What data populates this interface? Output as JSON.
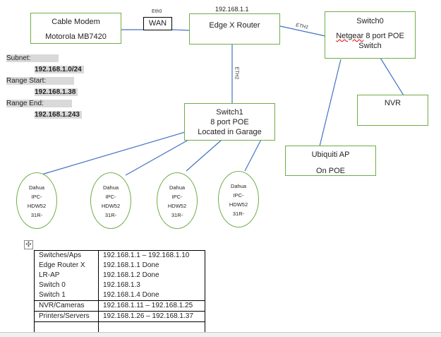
{
  "diagram": {
    "router_ip": "192.168.1.1",
    "nodes": {
      "modem": {
        "line1": "Cable Modem",
        "line2": "Motorola MB7420"
      },
      "router": {
        "line1": "Edge X Router"
      },
      "switch0": {
        "line1": "Switch0",
        "line2_a": "Netgear",
        "line2_b": " 8 port POE",
        "line3": "Switch"
      },
      "nvr": {
        "line1": "NVR"
      },
      "ap": {
        "line1": "Ubiquiti AP",
        "line2": "On POE"
      },
      "switch1": {
        "line1": "Switch1",
        "line2": "8 port POE",
        "line3": "Located in Garage"
      }
    },
    "wan_box": "WAN",
    "links": {
      "eth0": "Eth0",
      "eth1": "ETH1",
      "eth2": "ETH2"
    },
    "cameras": [
      {
        "l1": "Dahua",
        "l2": "IPC-",
        "l3": "HDW52",
        "l4": "31R-"
      },
      {
        "l1": "Dahua",
        "l2": "IPC-",
        "l3": "HDW52",
        "l4": "31R-"
      },
      {
        "l1": "Dahua",
        "l2": "IPC-",
        "l3": "HDW52",
        "l4": "31R-"
      },
      {
        "l1": "Dahua",
        "l2": "IPC-",
        "l3": "HDW52",
        "l4": "31R-"
      }
    ]
  },
  "subnet_info": {
    "subnet_label": "Subnet:",
    "subnet_value": "192.168.1.0/24",
    "range_start_label": "Range Start:",
    "range_start_value": "192.168.1.38",
    "range_end_label": "Range End:",
    "range_end_value": "192.168.1.243"
  },
  "ip_table": {
    "move_handle": "✣",
    "rows": [
      [
        "Switches/Aps",
        "192.168.1.1 – 192.168.1.10"
      ],
      [
        "Edge Router X",
        "192.168.1.1 Done"
      ],
      [
        "LR-AP",
        "192.168.1.2 Done"
      ],
      [
        "Switch 0",
        "192.168.1.3"
      ],
      [
        "Switch 1",
        "192.168.1.4 Done"
      ],
      [
        "NVR/Cameras",
        "192.168.1.11 – 192.168.1.25"
      ],
      [
        "Printers/Servers",
        "192.168.1.26 – 192.168.1.37"
      ],
      [
        "",
        ""
      ]
    ]
  },
  "colors": {
    "box_border": "#70ad47",
    "wire": "#4472c4",
    "spellcheck": "#e00000"
  }
}
